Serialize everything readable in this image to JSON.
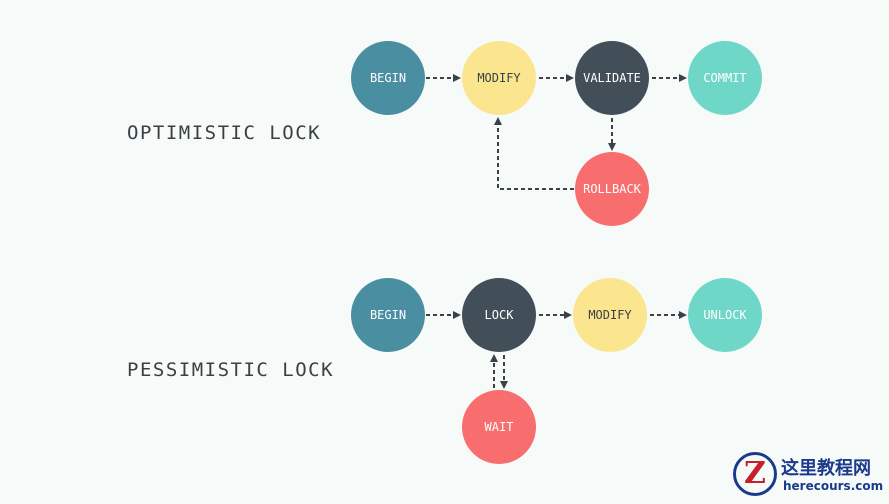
{
  "labels": {
    "optimistic": "OPTIMISTIC LOCK",
    "pessimistic": "PESSIMISTIC LOCK"
  },
  "optimistic": {
    "nodes": [
      {
        "id": "begin",
        "label": "BEGIN",
        "color": "#4a8ea1"
      },
      {
        "id": "modify",
        "label": "MODIFY",
        "color": "#fbe58e"
      },
      {
        "id": "validate",
        "label": "VALIDATE",
        "color": "#434f58"
      },
      {
        "id": "commit",
        "label": "COMMIT",
        "color": "#6fd7c8"
      },
      {
        "id": "rollback",
        "label": "ROLLBACK",
        "color": "#f86e6e"
      }
    ]
  },
  "pessimistic": {
    "nodes": [
      {
        "id": "begin",
        "label": "BEGIN",
        "color": "#4a8ea1"
      },
      {
        "id": "lock",
        "label": "LOCK",
        "color": "#434f58"
      },
      {
        "id": "modify",
        "label": "MODIFY",
        "color": "#fbe58e"
      },
      {
        "id": "unlock",
        "label": "UNLOCK",
        "color": "#6fd7c8"
      },
      {
        "id": "wait",
        "label": "WAIT",
        "color": "#f86e6e"
      }
    ]
  },
  "watermark": {
    "logo_letter": "Z",
    "title": "这里教程网",
    "subtitle": "herecours.com"
  }
}
